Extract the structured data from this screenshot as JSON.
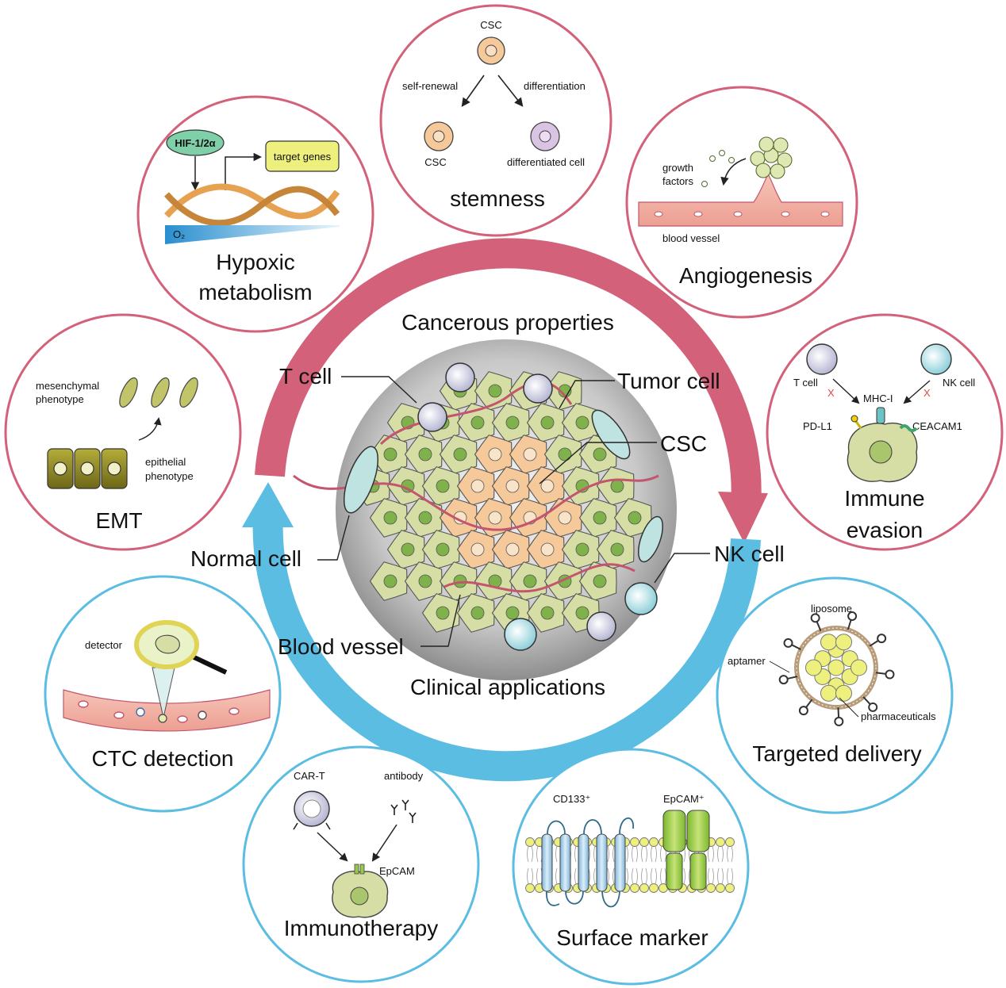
{
  "colors": {
    "cancerous_ring": "#d3617a",
    "clinical_ring": "#5bbde2",
    "tumor_cell": "#d6dea6",
    "csc_cell": "#f6c99a",
    "vessel": "#f3b8ab"
  },
  "center": {
    "top_label": "Cancerous properties",
    "bottom_label": "Clinical applications",
    "callouts": {
      "t_cell": "T cell",
      "tumor_cell": "Tumor cell",
      "csc": "CSC",
      "normal_cell": "Normal cell",
      "nk_cell": "NK cell",
      "blood_vessel": "Blood vessel"
    }
  },
  "panels": {
    "stemness": {
      "title": "stemness",
      "top_csc": "CSC",
      "self_renewal": "self-renewal",
      "differentiation": "differentiation",
      "left_csc": "CSC",
      "differentiated": "differentiated cell"
    },
    "hypoxic": {
      "title_line1": "Hypoxic",
      "title_line2": "metabolism",
      "hif": "HIF-1/2α",
      "target_genes": "target genes",
      "o2": "O₂"
    },
    "angiogenesis": {
      "title": "Angiogenesis",
      "growth_line1": "growth",
      "growth_line2": "factors",
      "blood_vessel": "blood vessel"
    },
    "emt": {
      "title": "EMT",
      "mes_line1": "mesenchymal",
      "mes_line2": "phenotype",
      "epi_line1": "epithelial",
      "epi_line2": "phenotype"
    },
    "immune": {
      "title_line1": "Immune",
      "title_line2": "evasion",
      "t_cell": "T cell",
      "nk_cell": "NK cell",
      "mhc": "MHC-I",
      "pdl1": "PD-L1",
      "ceacam1": "CEACAM1",
      "x_mark": "X"
    },
    "ctc": {
      "title": "CTC detection",
      "detector": "detector"
    },
    "targeted": {
      "title": "Targeted delivery",
      "liposome": "liposome",
      "aptamer": "aptamer",
      "pharmaceuticals": "pharmaceuticals"
    },
    "immuno": {
      "title": "Immunotherapy",
      "car_t": "CAR-T",
      "antibody": "antibody",
      "epcam": "EpCAM"
    },
    "surface": {
      "title": "Surface marker",
      "cd133": "CD133⁺",
      "epcam": "EpCAM⁺"
    }
  }
}
